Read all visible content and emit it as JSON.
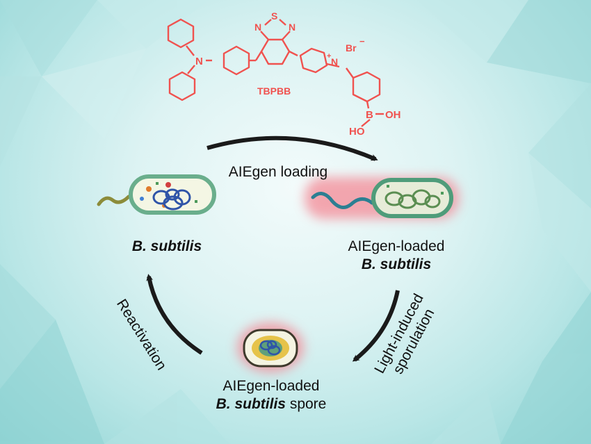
{
  "molecule": {
    "name": "TBPBB",
    "atoms": {
      "n_amine": "N",
      "n_left": "N",
      "s": "S",
      "n_right": "N",
      "n_pyridinium": "N",
      "bromide": "Br",
      "b": "B",
      "oh_right": "OH",
      "oh_left": "HO"
    },
    "charges": {
      "plus": "+",
      "minus": "−"
    },
    "color": "#f0524f"
  },
  "steps": {
    "loading": "AIEgen loading",
    "sporulation_line1": "Light-induced",
    "sporulation_line2": "sporulation",
    "reactivation": "Reactivation"
  },
  "states": {
    "bacterium": "B. subtilis",
    "loaded_line1": "AIEgen-loaded",
    "loaded_line2": "B. subtilis",
    "spore_line1": "AIEgen-loaded",
    "spore_line2_italic": "B. subtilis",
    "spore_line2_rest": " spore"
  },
  "colors": {
    "arrow": "#1a1a1a",
    "cell_membrane": "#6aae8c",
    "cell_fill": "#f2f6e6",
    "dna": "#2f54a8",
    "glow": "#f48a96"
  }
}
